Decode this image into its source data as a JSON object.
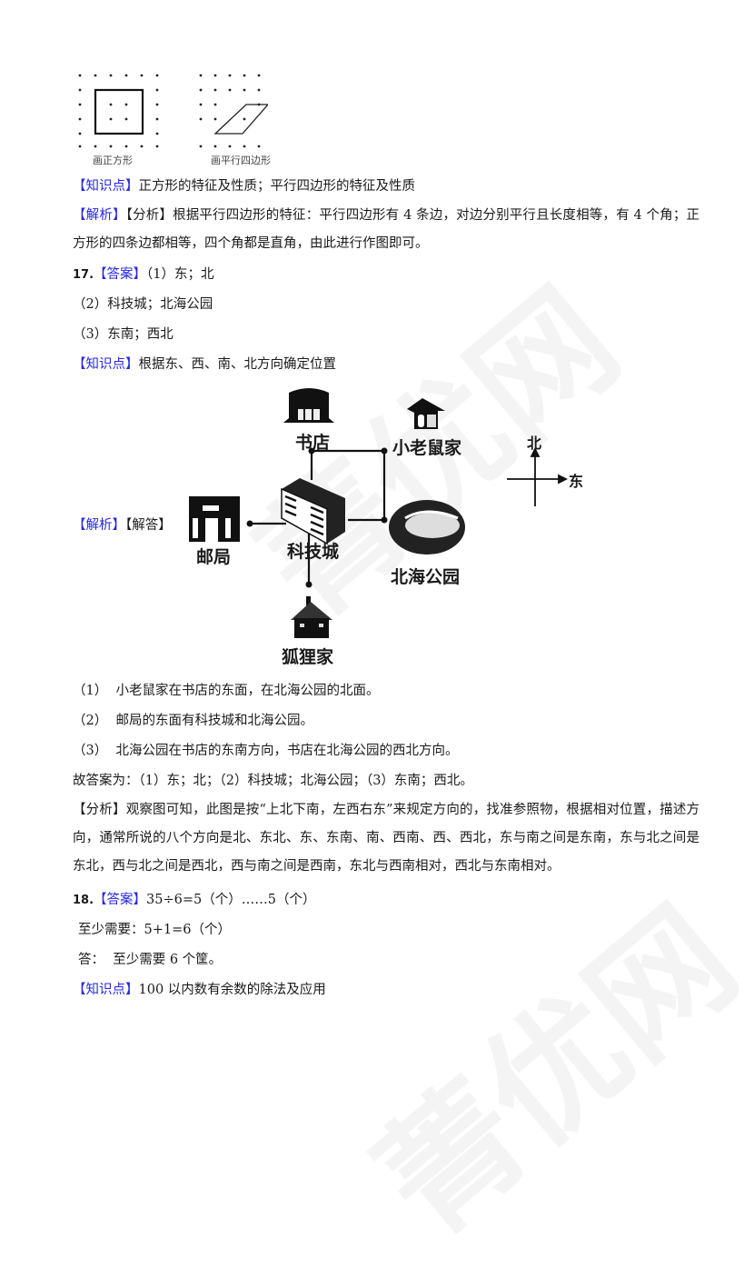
{
  "watermark": "菁优网",
  "q16": {
    "figures": [
      {
        "caption": "画正方形",
        "shape": "square"
      },
      {
        "caption": "画平行四边形",
        "shape": "parallelogram"
      }
    ],
    "knowledge_tag": "【知识点】",
    "knowledge_text": "正方形的特征及性质；平行四边形的特征及性质",
    "analysis_tag": "【解析】",
    "analysis_sub": "【分析】",
    "analysis_text": "根据平行四边形的特征：平行四边形有 4 条边，对边分别平行且长度相等，有 4 个角；正方形的四条边都相等，四个角都是直角，由此进行作图即可。"
  },
  "q17": {
    "number": "17.",
    "answer_tag": "【答案】",
    "answers": [
      "（1）东；北",
      "（2）科技城；北海公园",
      "（3）东南；西北"
    ],
    "knowledge_tag": "【知识点】",
    "knowledge_text": "根据东、西、南、北方向确定位置",
    "analysis_tag": "【解析】",
    "solution_tag": "【解答】",
    "map": {
      "places": {
        "bookstore": "书店",
        "mouse_home": "小老鼠家",
        "post_office": "邮局",
        "tech_city": "科技城",
        "beihai_park": "北海公园",
        "fox_home": "狐狸家"
      },
      "compass": {
        "north": "北",
        "east": "东"
      }
    },
    "solution_lines": [
      {
        "label": "（1）",
        "text": "小老鼠家在书店的东面，在北海公园的北面。"
      },
      {
        "label": "（2）",
        "text": "邮局的东面有科技城和北海公园。"
      },
      {
        "label": "（3）",
        "text": "北海公园在书店的东南方向，书店在北海公园的西北方向。"
      }
    ],
    "conclusion": "故答案为：（1）东；北；（2）科技城；北海公园；（3）东南；西北。",
    "analysis_sub": "【分析】",
    "analysis_text": "观察图可知，此图是按“上北下南，左西右东”来规定方向的，找准参照物，根据相对位置，描述方向，通常所说的八个方向是北、东北、东、东南、南、西南、西、西北，东与南之间是东南，东与北之间是东北，西与北之间是西北，西与南之间是西南，东北与西南相对，西北与东南相对。"
  },
  "q18": {
    "number": "18.",
    "answer_tag": "【答案】",
    "answer_line1": "35÷6=5（个）……5（个）",
    "answer_line2": "至少需要：5+1=6（个）",
    "answer_line3": "答：  至少需要 6 个筐。",
    "knowledge_tag": "【知识点】",
    "knowledge_text": "100 以内数有余数的除法及应用"
  }
}
